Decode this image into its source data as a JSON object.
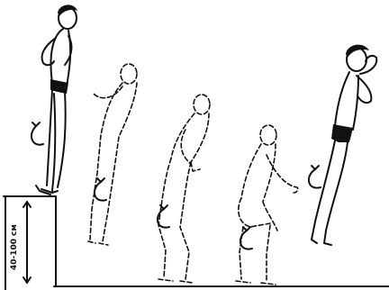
{
  "figure": {
    "measurement_label": "40-100 см",
    "sequence": [
      "standing-on-box",
      "dropping",
      "landing",
      "deep-squat",
      "rebound-jump"
    ]
  }
}
